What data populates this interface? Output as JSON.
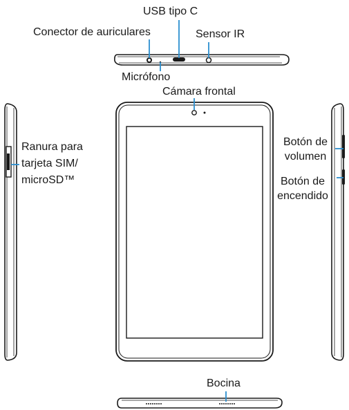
{
  "diagram": {
    "labels": {
      "usb": "USB tipo C",
      "headphone": "Conector de auriculares",
      "ir_sensor": "Sensor IR",
      "microphone": "Micrófono",
      "front_camera": "Cámara frontal",
      "sim_slot_line1": "Ranura para",
      "sim_slot_line2": "tarjeta SIM/",
      "sim_slot_line3": "microSD™",
      "volume_line1": "Botón de",
      "volume_line2": "volumen",
      "power_line1": "Botón de",
      "power_line2": "encendido",
      "speaker": "Bocina"
    },
    "colors": {
      "callout": "#2a8fd0",
      "device_outline": "#1a1a1a",
      "text": "#1a1a1a"
    }
  }
}
